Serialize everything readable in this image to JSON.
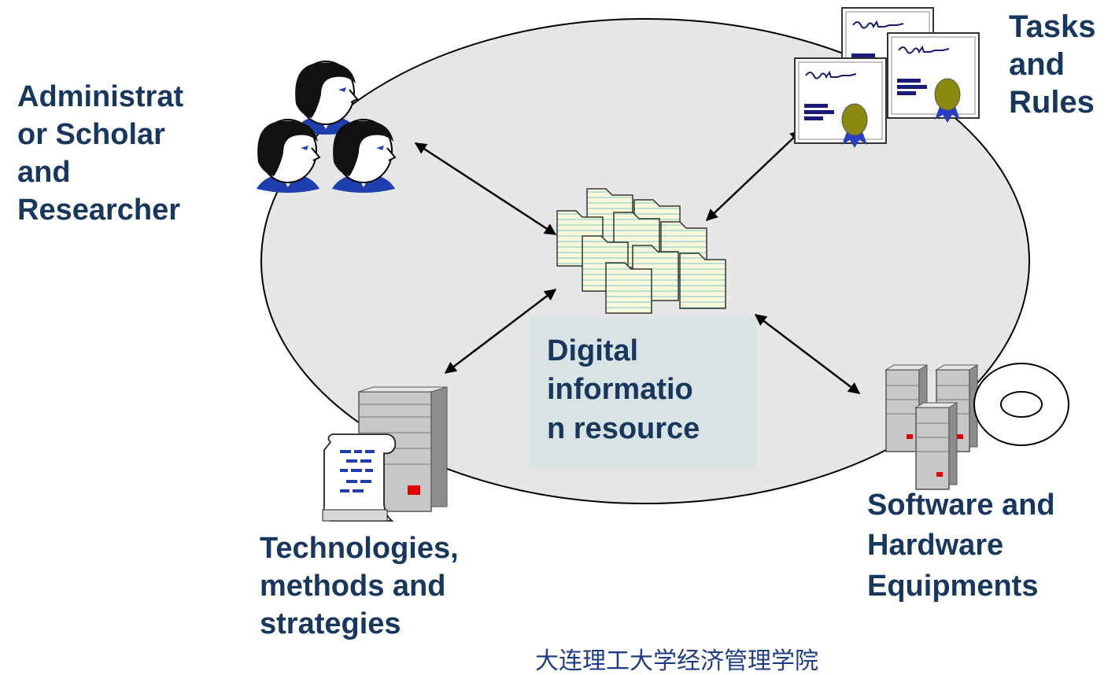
{
  "diagram": {
    "nodes": {
      "admin": {
        "label": "Administrat\nor  Scholar\nand\nResearcher"
      },
      "tasks": {
        "label": "Tasks\nand\nRules"
      },
      "resource": {
        "label": "Digital\ninformatio\nn resource"
      },
      "technologies": {
        "label": "Technologies,\nmethods and\nstrategies"
      },
      "hardware": {
        "label": "Software and\nHardware\nEquipments"
      }
    },
    "footer_text": "大连理工大学经济管理学院"
  },
  "colors": {
    "label_text": "#17375e",
    "ellipse_fill": "#e6e6e6",
    "resource_box": "#dae3e3",
    "arrow": "#000000"
  },
  "icons": [
    "people-icon",
    "certificate-icon",
    "documents-icon",
    "server-icon",
    "scroll-icon",
    "disc-icon"
  ]
}
